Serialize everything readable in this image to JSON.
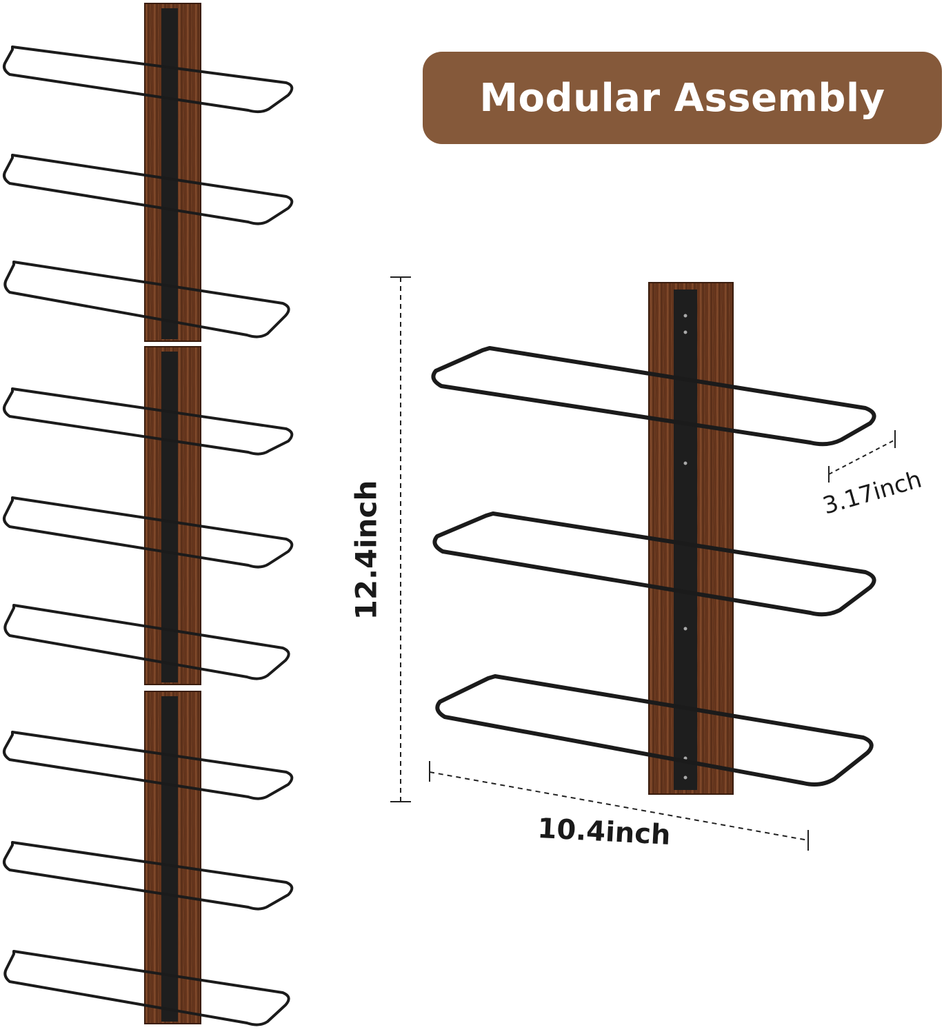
{
  "badge": {
    "label": "Modular Assembly",
    "color": "#85593a"
  },
  "dimensions": {
    "height": "12.4inch",
    "width": "10.4inch",
    "depth": "3.17inch"
  },
  "colors": {
    "wood_dark": "#4a2614",
    "wood_mid": "#6e3b22",
    "wood_light": "#8a5130",
    "metal": "#1b1b1b",
    "dimension_line": "#222222"
  },
  "product": {
    "modules_stacked": 3,
    "bars_per_module": 3
  }
}
